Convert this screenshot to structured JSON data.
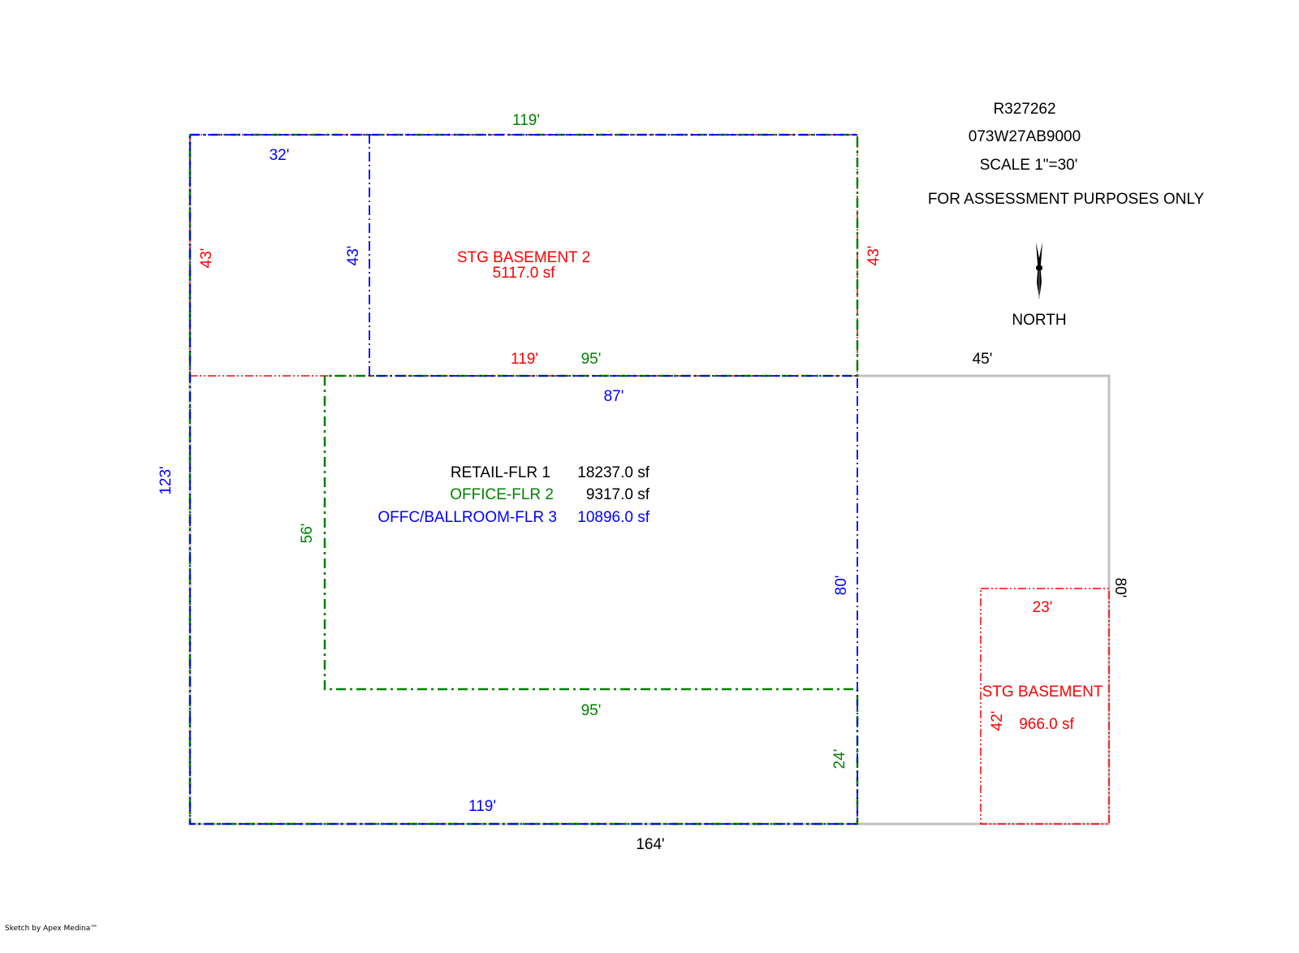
{
  "header": {
    "parcel_id": "R327262",
    "map_taxlot": "073W27AB9000",
    "scale": "SCALE 1\"=30'",
    "disclaimer": "FOR ASSESSMENT PURPOSES ONLY",
    "north_label": "NORTH",
    "north_icon": "north-arrow-icon"
  },
  "colors": {
    "floor1": "#000000",
    "floor2": "#008000",
    "floor3": "#0000ff",
    "basement": "#ff0000",
    "outline": "#c0c0c0"
  },
  "areas": {
    "stg_basement_2": {
      "name": "STG BASEMENT 2",
      "area": "5117.0 sf"
    },
    "stg_basement": {
      "name": "STG BASEMENT",
      "area": "966.0 sf"
    },
    "legend": [
      {
        "name": "RETAIL-FLR 1",
        "area": "18237.0 sf",
        "color_key": "floor1"
      },
      {
        "name": "OFFICE-FLR 2",
        "area": "9317.0 sf",
        "color_key": "floor2"
      },
      {
        "name": "OFFC/BALLROOM-FLR 3",
        "area": "10896.0 sf",
        "color_key": "floor3"
      }
    ]
  },
  "dimensions": {
    "top_119": "119'",
    "top_32": "32'",
    "left_43": "43'",
    "inner_43": "43'",
    "right_43": "43'",
    "mid_119": "119'",
    "mid_95": "95'",
    "mid_87": "87'",
    "left_123": "123'",
    "left_56": "56'",
    "right_80_blue": "80'",
    "right_45": "45'",
    "right_80_black": "80'",
    "bottom_95": "95'",
    "right_24": "24'",
    "bottom_119": "119'",
    "bottom_164": "164'",
    "bsmt_23": "23'",
    "bsmt_42": "42'"
  },
  "footer": {
    "credit": "Sketch by Apex Medina™"
  }
}
